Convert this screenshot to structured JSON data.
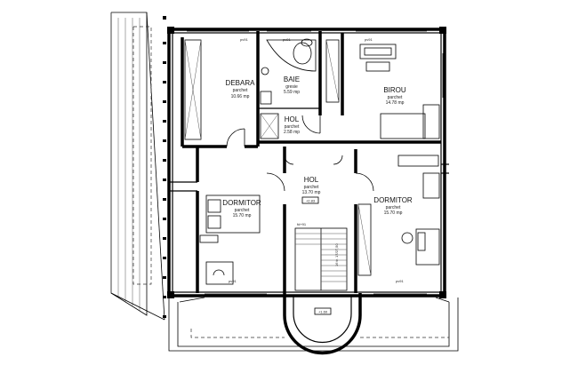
{
  "rooms": {
    "debara": {
      "name": "DEBARA",
      "floor": "parchet",
      "area": "10.66 mp"
    },
    "baie": {
      "name": "BAIE",
      "floor": "gresie",
      "area": "5.59 mp"
    },
    "birou": {
      "name": "BIROU",
      "floor": "parchet",
      "area": "14.78 mp"
    },
    "hol_small": {
      "name": "HOL",
      "floor": "parchet",
      "area": "2.58 mp"
    },
    "hol": {
      "name": "HOL",
      "floor": "parchet",
      "area": "13.70 mp"
    },
    "dorm_left": {
      "name": "DORMITOR",
      "floor": "parchet",
      "area": "15.70 mp"
    },
    "dorm_right": {
      "name": "DORMITOR",
      "floor": "parchet",
      "area": "15.70 mp"
    }
  },
  "levels": {
    "hall": "+2.83",
    "balcony": "+1.60"
  },
  "tags": {
    "pv1": "pv91",
    "pv2": "pv91",
    "pv3": "pv91",
    "pv4": "pv91",
    "pv5": "pv91",
    "fd": "fd+91"
  },
  "stairs": {
    "label": "16 tr. 17/27,50"
  }
}
